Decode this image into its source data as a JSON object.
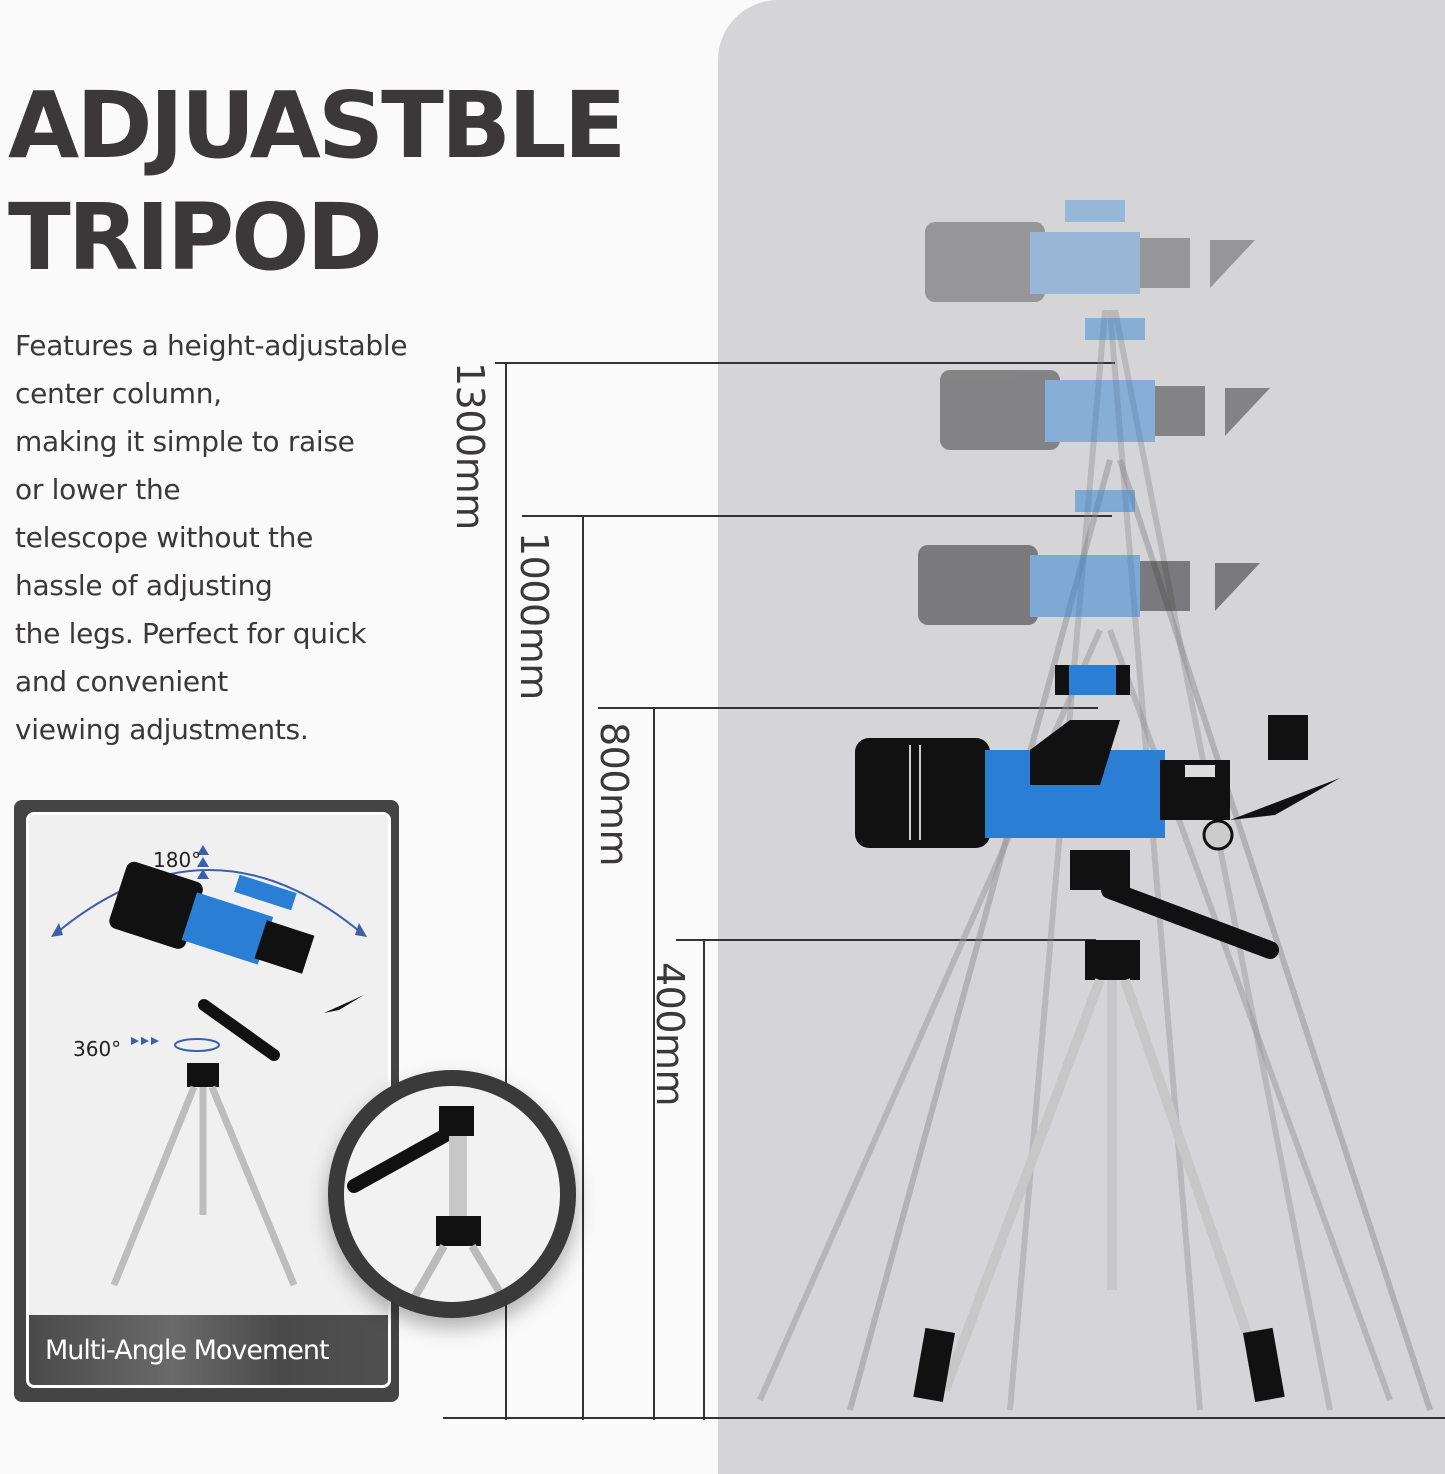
{
  "header": {
    "title_line1": "ADJUASTBLE",
    "title_line2": "TRIPOD"
  },
  "description": {
    "lines": [
      "Features a height-adjustable",
      "center column,",
      "making it simple to raise",
      "or lower the",
      "telescope without the",
      "hassle of adjusting",
      "the legs. Perfect for quick",
      "and convenient",
      "viewing adjustments."
    ]
  },
  "measurements": [
    {
      "label": "1300mm"
    },
    {
      "label": "1000mm"
    },
    {
      "label": "800mm"
    },
    {
      "label": "400mm"
    }
  ],
  "inset": {
    "caption": "Multi-Angle Movement",
    "tilt_label": "180°",
    "pan_label": "360°"
  },
  "colors": {
    "text_dark": "#3a3839",
    "panel_gray": "#d5d5d8",
    "telescope_blue": "#2a7fd4",
    "arrow_blue": "#3b5fa8"
  }
}
